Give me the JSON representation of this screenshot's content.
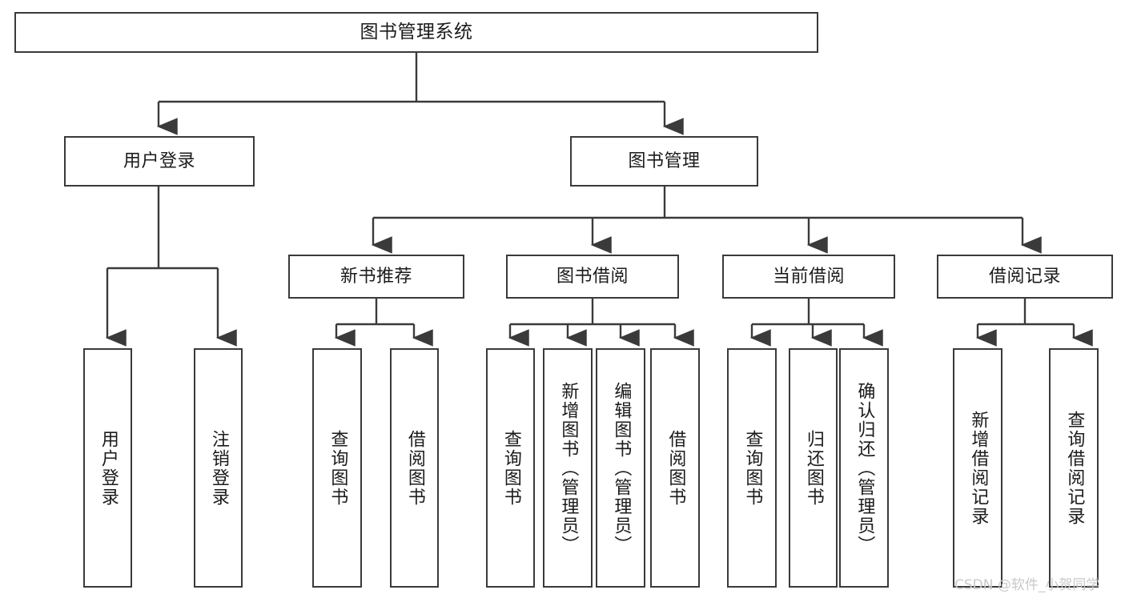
{
  "diagram": {
    "type": "tree-hierarchy",
    "title": "图书管理系统",
    "watermark": "CSDN @软件_小贺同学",
    "colors": {
      "stroke": "#3a3a3a",
      "fill": "#ffffff",
      "text": "#1b1b1b",
      "watermark": "#c9c9c9"
    },
    "nodes": {
      "root": {
        "label": "图书管理系统"
      },
      "level1": [
        {
          "id": "user-login",
          "label": "用户登录"
        },
        {
          "id": "book-manage",
          "label": "图书管理"
        }
      ],
      "level2": [
        {
          "id": "new-book-recommend",
          "label": "新书推荐"
        },
        {
          "id": "book-borrow",
          "label": "图书借阅"
        },
        {
          "id": "current-borrow",
          "label": "当前借阅"
        },
        {
          "id": "borrow-record",
          "label": "借阅记录"
        }
      ],
      "leaves": {
        "user-login": [
          {
            "id": "leaf-user-login",
            "label": "用户登录"
          },
          {
            "id": "leaf-logout",
            "label": "注销登录"
          }
        ],
        "new-book-recommend": [
          {
            "id": "leaf-query-book-1",
            "label": "查询图书"
          },
          {
            "id": "leaf-borrow-book-1",
            "label": "借阅图书"
          }
        ],
        "book-borrow": [
          {
            "id": "leaf-query-book-2",
            "label": "查询图书"
          },
          {
            "id": "leaf-add-book",
            "label": "新增图书（管理员）"
          },
          {
            "id": "leaf-edit-book",
            "label": "编辑图书（管理员）"
          },
          {
            "id": "leaf-borrow-book-2",
            "label": "借阅图书"
          }
        ],
        "current-borrow": [
          {
            "id": "leaf-query-book-3",
            "label": "查询图书"
          },
          {
            "id": "leaf-return-book",
            "label": "归还图书"
          },
          {
            "id": "leaf-confirm-return",
            "label": "确认归还（管理员）"
          }
        ],
        "borrow-record": [
          {
            "id": "leaf-add-record",
            "label": "新增借阅记录"
          },
          {
            "id": "leaf-query-record",
            "label": "查询借阅记录"
          }
        ]
      }
    }
  }
}
